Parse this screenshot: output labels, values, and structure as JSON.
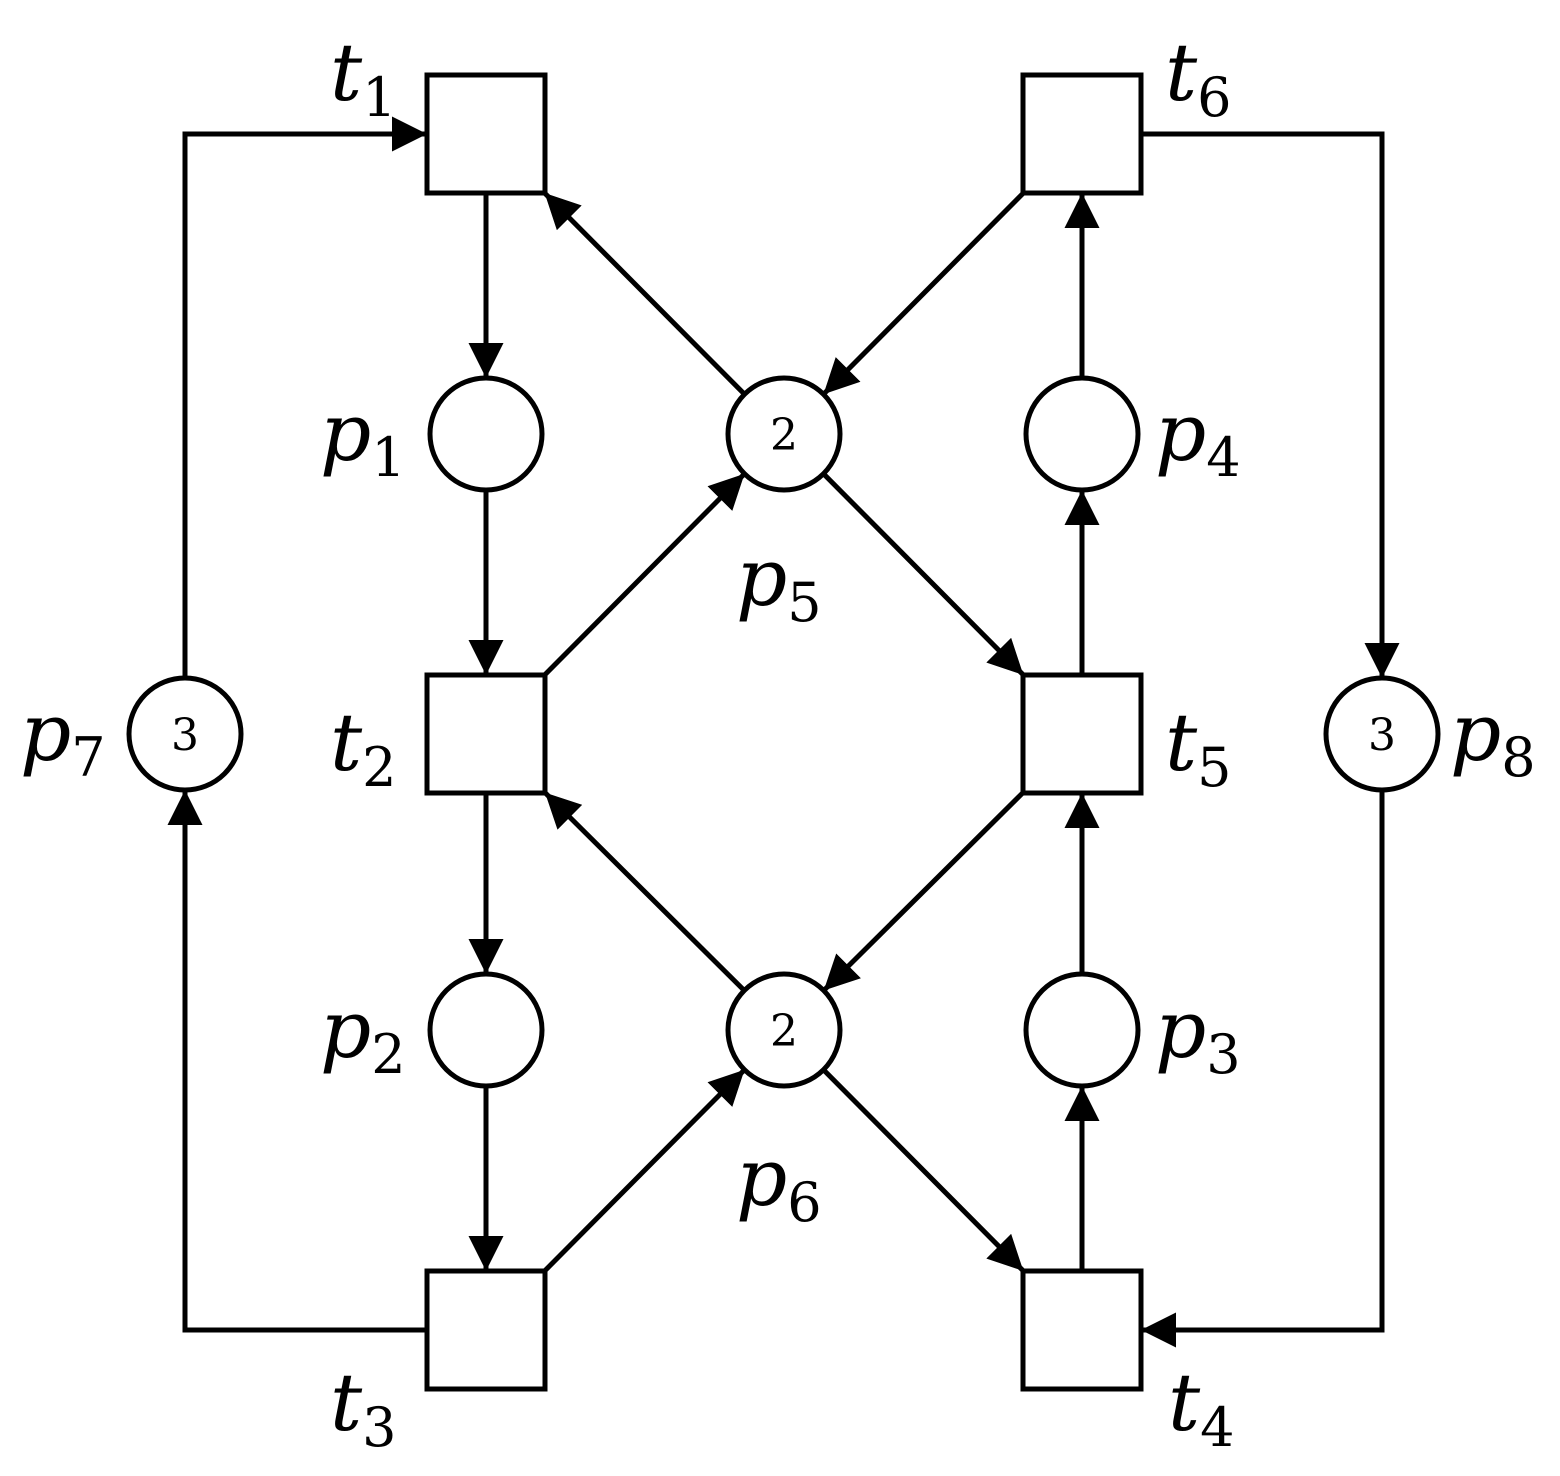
{
  "places": [
    {
      "id": "p1",
      "letter": "p",
      "index": "1",
      "tokens": ""
    },
    {
      "id": "p2",
      "letter": "p",
      "index": "2",
      "tokens": ""
    },
    {
      "id": "p3",
      "letter": "p",
      "index": "3",
      "tokens": ""
    },
    {
      "id": "p4",
      "letter": "p",
      "index": "4",
      "tokens": ""
    },
    {
      "id": "p5",
      "letter": "p",
      "index": "5",
      "tokens": "2"
    },
    {
      "id": "p6",
      "letter": "p",
      "index": "6",
      "tokens": "2"
    },
    {
      "id": "p7",
      "letter": "p",
      "index": "7",
      "tokens": "3"
    },
    {
      "id": "p8",
      "letter": "p",
      "index": "8",
      "tokens": "3"
    }
  ],
  "transitions": [
    {
      "id": "t1",
      "letter": "t",
      "index": "1"
    },
    {
      "id": "t2",
      "letter": "t",
      "index": "2"
    },
    {
      "id": "t3",
      "letter": "t",
      "index": "3"
    },
    {
      "id": "t4",
      "letter": "t",
      "index": "4"
    },
    {
      "id": "t5",
      "letter": "t",
      "index": "5"
    },
    {
      "id": "t6",
      "letter": "t",
      "index": "6"
    }
  ],
  "arcs": [
    {
      "from": "t1",
      "to": "p1"
    },
    {
      "from": "p1",
      "to": "t2"
    },
    {
      "from": "t2",
      "to": "p2"
    },
    {
      "from": "p2",
      "to": "t3"
    },
    {
      "from": "t4",
      "to": "p3"
    },
    {
      "from": "p3",
      "to": "t5"
    },
    {
      "from": "t5",
      "to": "p4"
    },
    {
      "from": "p4",
      "to": "t6"
    },
    {
      "from": "p5",
      "to": "t1"
    },
    {
      "from": "t2",
      "to": "p5"
    },
    {
      "from": "t6",
      "to": "p5"
    },
    {
      "from": "p5",
      "to": "t5"
    },
    {
      "from": "p6",
      "to": "t2"
    },
    {
      "from": "t3",
      "to": "p6"
    },
    {
      "from": "t5",
      "to": "p6"
    },
    {
      "from": "p6",
      "to": "t4"
    },
    {
      "from": "t3",
      "to": "p7"
    },
    {
      "from": "p7",
      "to": "t1"
    },
    {
      "from": "t6",
      "to": "p8"
    },
    {
      "from": "p8",
      "to": "t4"
    }
  ]
}
